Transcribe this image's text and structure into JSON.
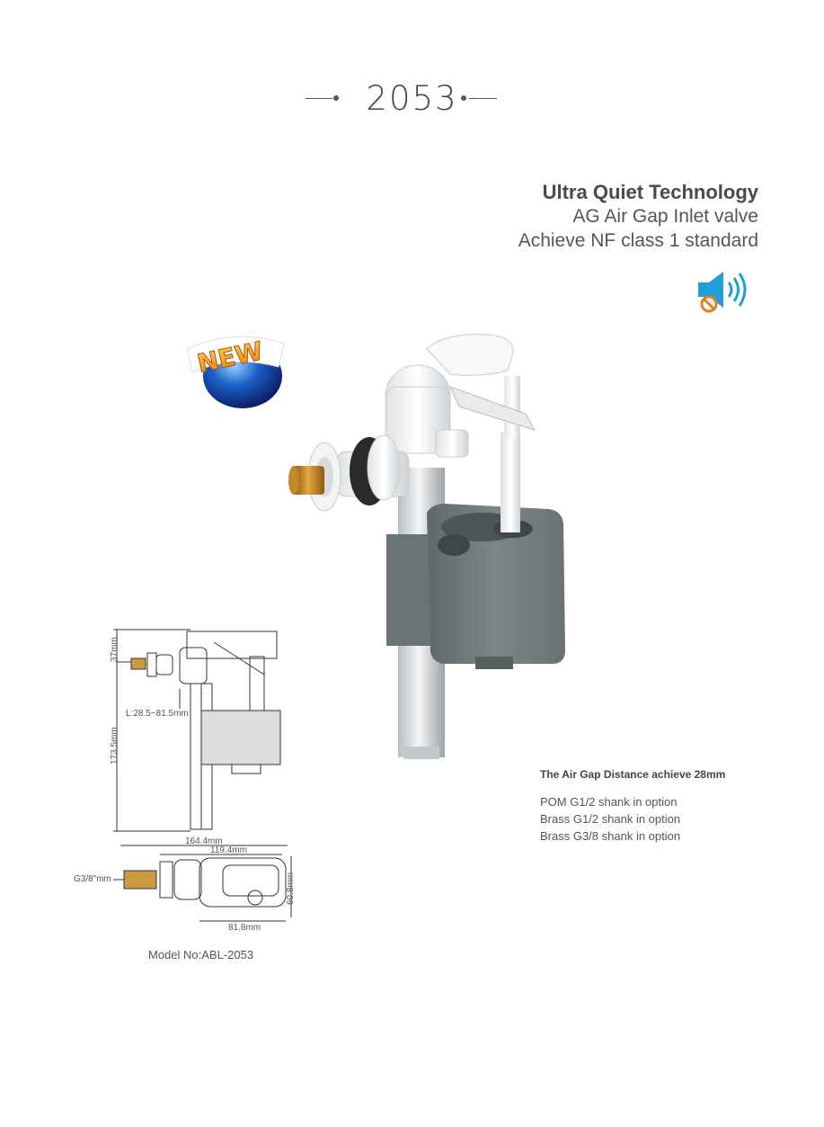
{
  "header": {
    "model": "2053"
  },
  "headline": {
    "title": "Ultra Quiet Technology",
    "line1": "AG Air Gap Inlet valve",
    "line2": "Achieve NF class 1 standard"
  },
  "badge": {
    "text": "NEW"
  },
  "icons": {
    "speaker": "speaker-mute-icon"
  },
  "dimensions": {
    "height_top": "37mm",
    "length_range": "L:28.5~81.5mm",
    "height_total": "173.5mm",
    "width_total": "164.4mm",
    "width_body": "119.4mm",
    "thread": "G3/8\"mm",
    "depth": "60.8mm",
    "width_box": "81.8mm"
  },
  "model_no": "Model No:ABL-2053",
  "features": {
    "title": "The Air Gap Distance achieve 28mm",
    "items": [
      "POM G1/2 shank in option",
      "Brass G1/2 shank in option",
      "Brass G3/8 shank in option"
    ]
  },
  "colors": {
    "accent_blue": "#1f9fd6",
    "accent_orange": "#ec7a1c",
    "box_gray": "#7b8384"
  }
}
